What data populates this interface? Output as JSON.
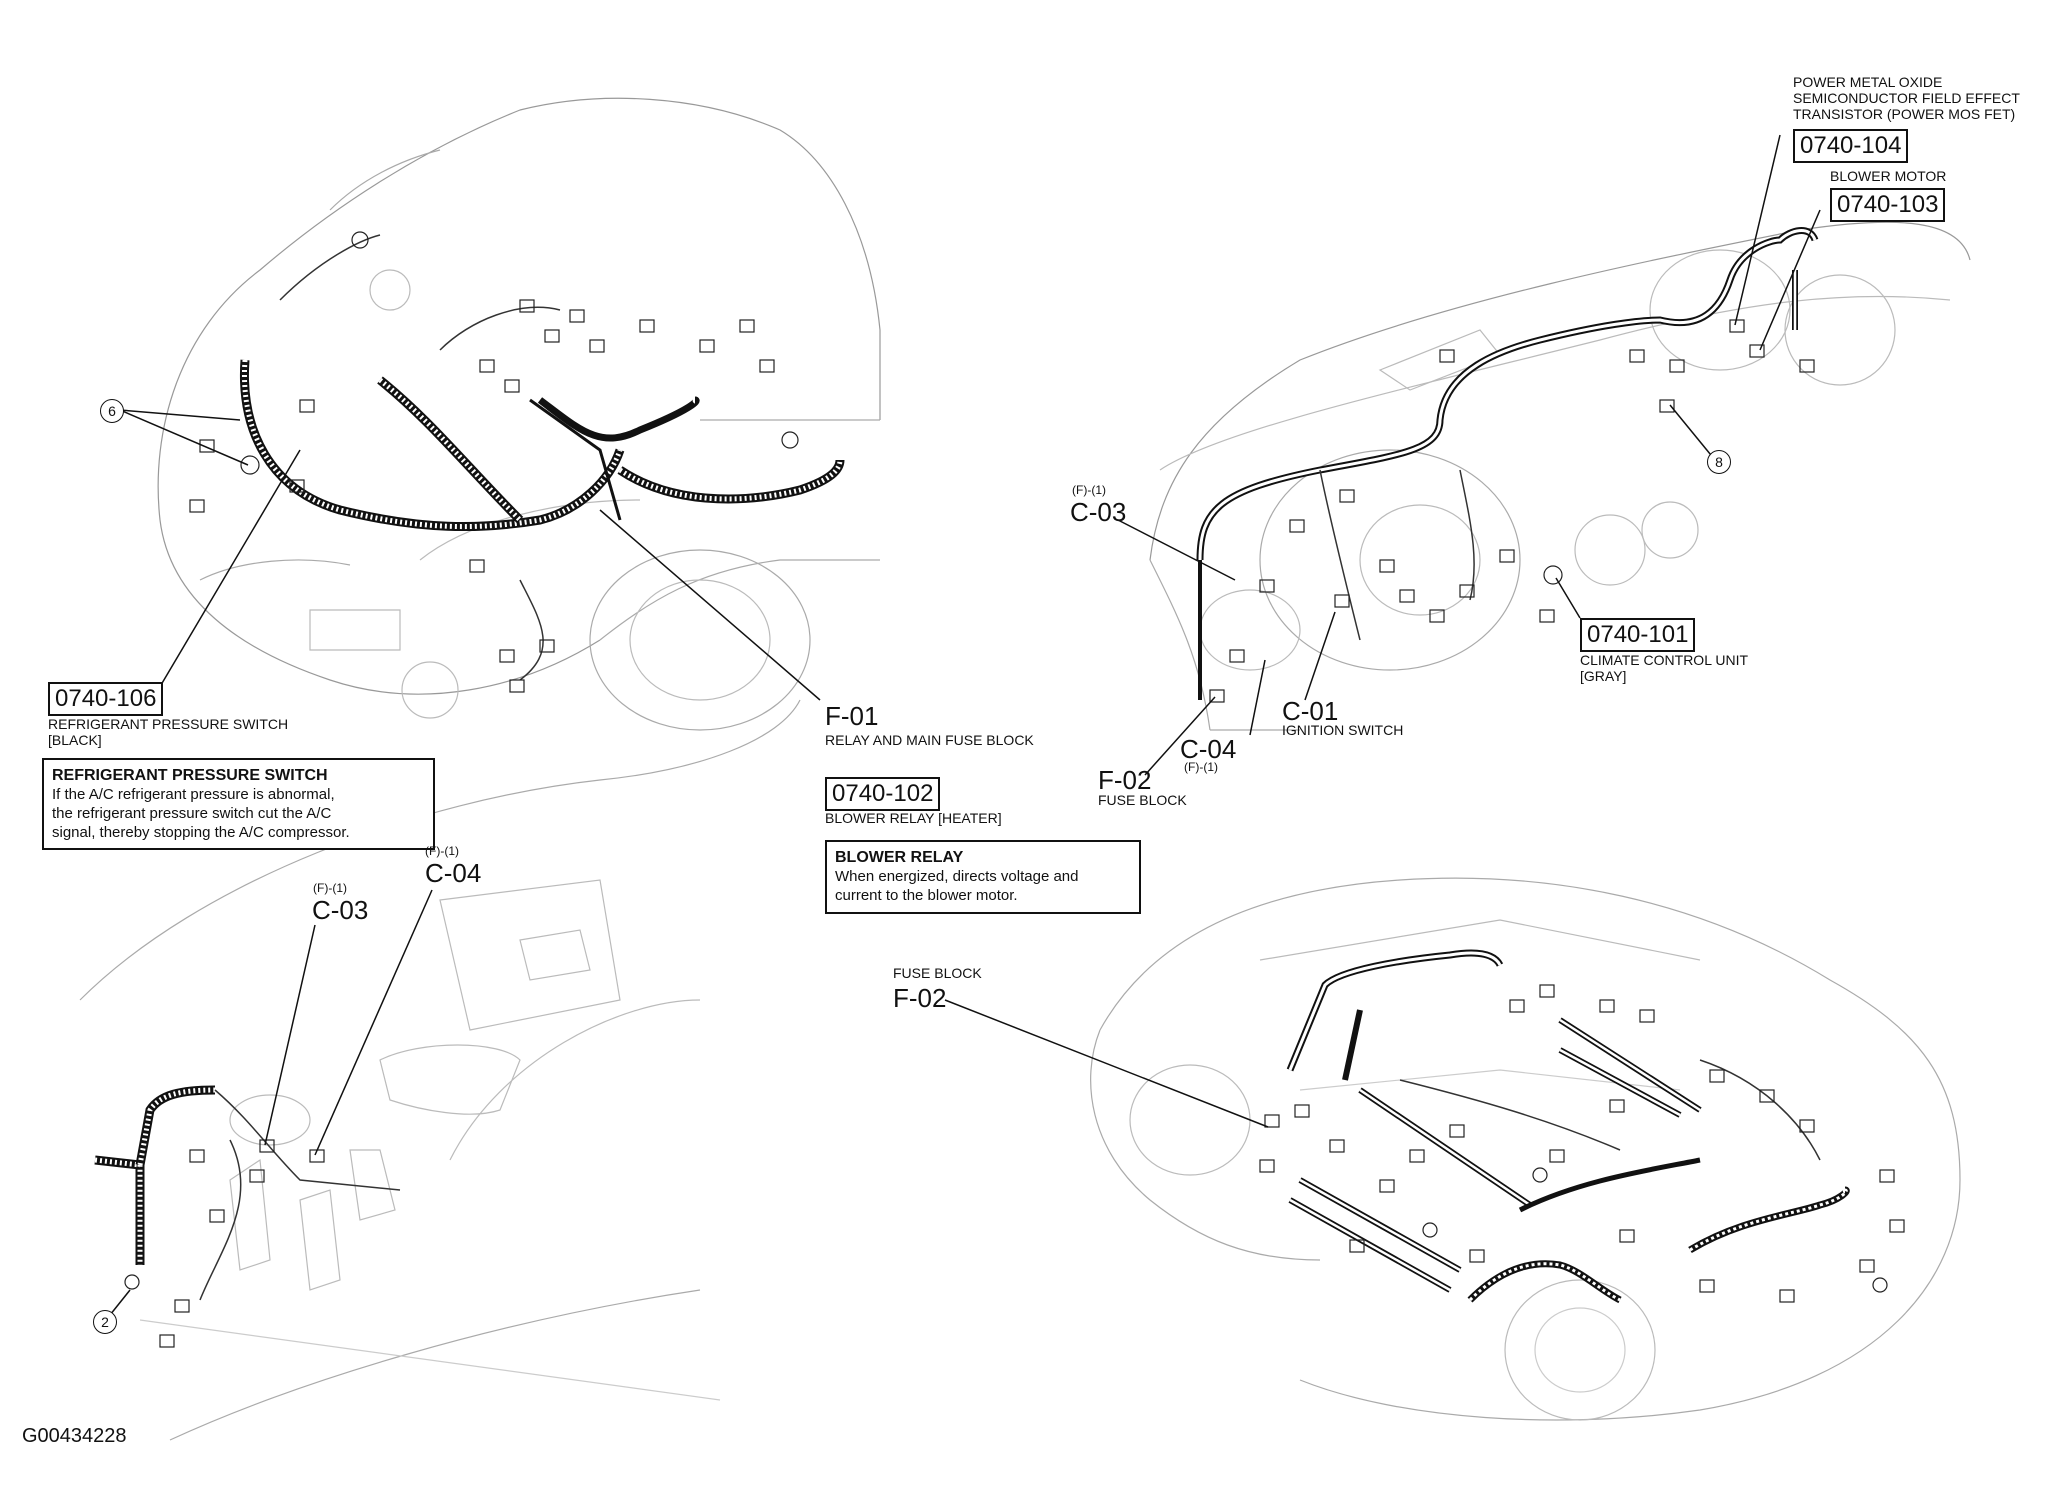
{
  "figure_id": "G00434228",
  "engine_bay": {
    "ref_6": "6",
    "switch_code": "0740-106",
    "switch_caption_1": "REFRIGERANT PRESSURE SWITCH",
    "switch_caption_2": "[BLACK]",
    "note_title": "REFRIGERANT PRESSURE SWITCH",
    "note_body": "If the A/C refrigerant pressure is abnormal,\nthe refrigerant pressure switch cut the A/C\nsignal, thereby stopping the A/C compressor.",
    "fuse_code": "F-01",
    "fuse_caption": "RELAY AND MAIN FUSE BLOCK"
  },
  "relay": {
    "code": "0740-102",
    "caption": "BLOWER RELAY [HEATER]",
    "note_title": "BLOWER RELAY",
    "note_body": "When energized, directs voltage and\ncurrent to the blower motor."
  },
  "dashboard": {
    "mos_caption_1": "POWER METAL OXIDE",
    "mos_caption_2": "SEMICONDUCTOR FIELD EFFECT",
    "mos_caption_3": "TRANSISTOR (POWER MOS FET)",
    "mos_code": "0740-104",
    "blower_caption": "BLOWER MOTOR",
    "blower_code": "0740-103",
    "ref_8": "8",
    "c03_sub": "(F)-(1)",
    "c03_code": "C-03",
    "ccu_code": "0740-101",
    "ccu_caption_1": "CLIMATE CONTROL UNIT",
    "ccu_caption_2": "[GRAY]",
    "c01_code": "C-01",
    "c01_caption": "IGNITION SWITCH",
    "c04_code": "C-04",
    "c04_sub": "(F)-(1)",
    "f02_code": "F-02",
    "f02_caption": "FUSE BLOCK"
  },
  "interior": {
    "c04_sub": "(F)-(1)",
    "c04_code": "C-04",
    "c03_sub": "(F)-(1)",
    "c03_code": "C-03",
    "ref_2": "2"
  },
  "body_harness": {
    "f02_caption": "FUSE BLOCK",
    "f02_code": "F-02"
  }
}
